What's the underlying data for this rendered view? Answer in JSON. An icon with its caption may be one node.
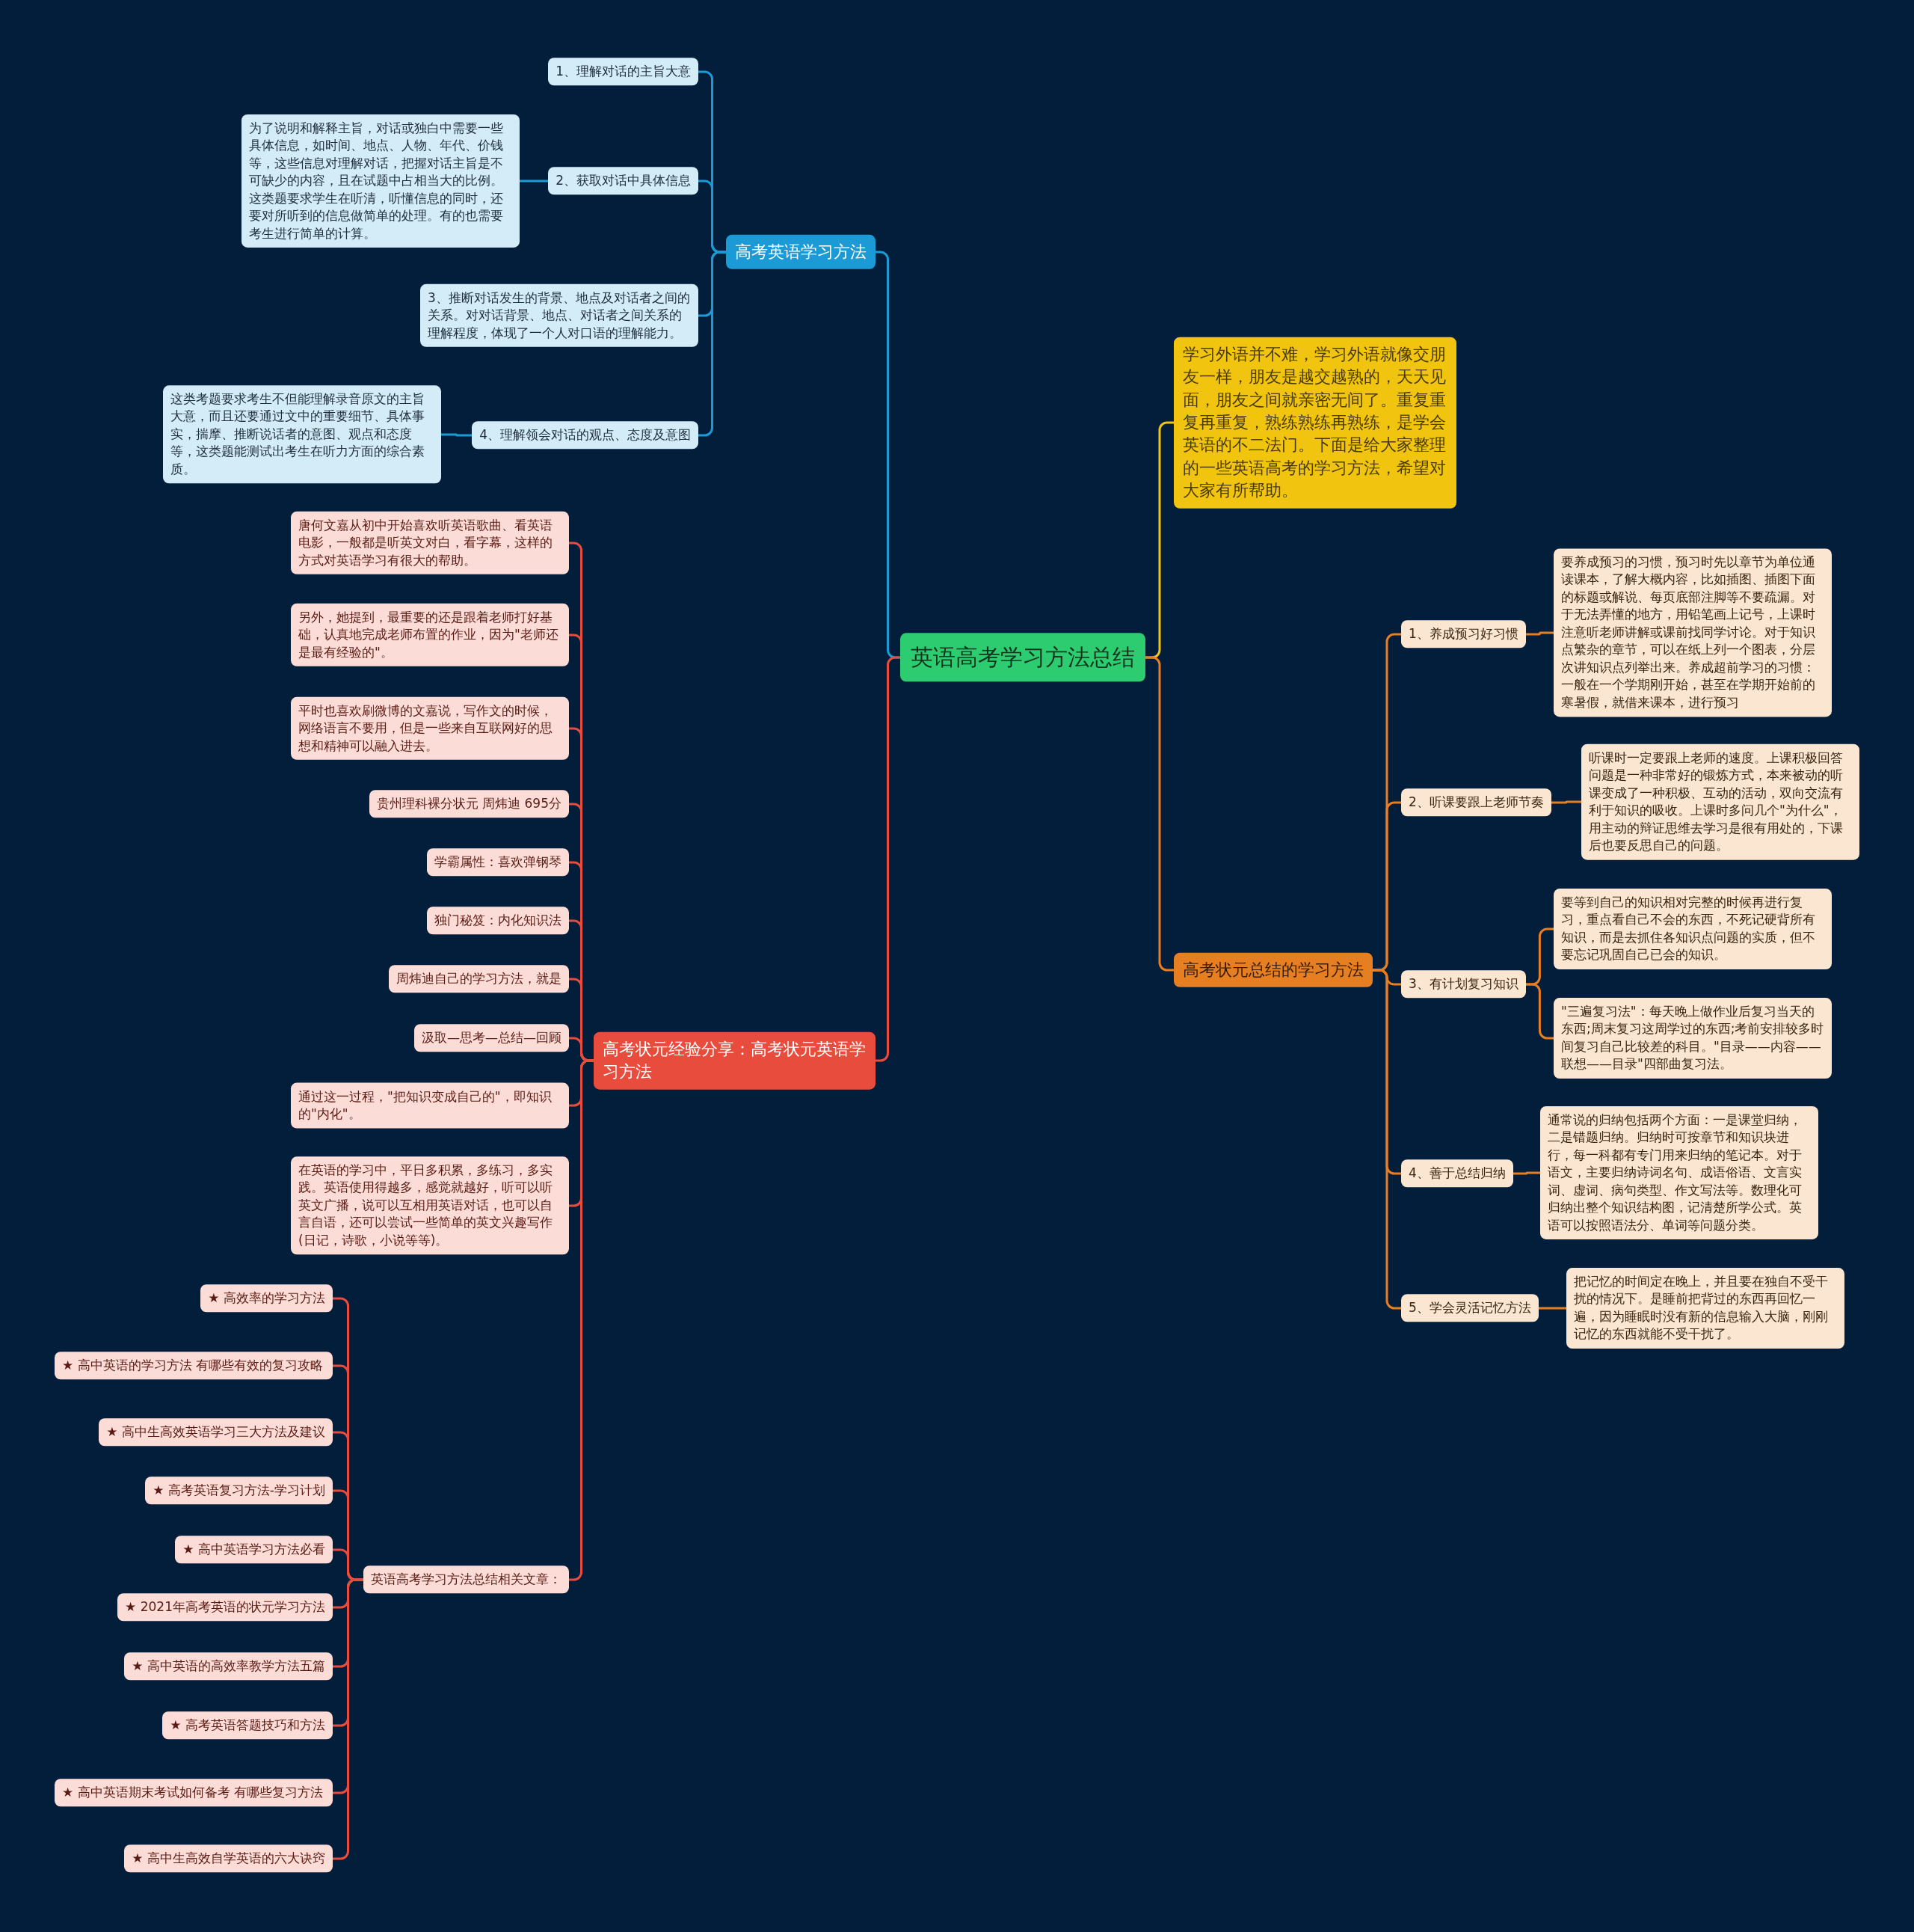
{
  "diagram": {
    "nodes": [
      {
        "text": [
          "英语高考学习方法总结"
        ]
      },
      {
        "text": [
          "高考英语学习方法"
        ]
      },
      {
        "text": [
          "1、理解对话的主旨大意"
        ]
      },
      {
        "text": [
          "2、获取对话中具体信息"
        ]
      },
      {
        "text": [
          "为了说明和解释主旨，对话或独白中需要一些具体信息，如时间、地点、人物、年代、价钱等，这些信息对理解对话，把握对话主旨是不可缺少的内容，且在试题中占相当大的比例。这类题要求学生在听清，听懂信息的同时，还要对所听到的信息做简单的处理。有的也需要考生进行简单的计算。"
        ]
      },
      {
        "text": [
          "3、推断对话发生的背景、地点及对话者之间的关系。对对话背景、地点、对话者之间关系的理解程度，体现了一个人对口语的理解能力。"
        ]
      },
      {
        "text": [
          "4、理解领会对话的观点、态度及意图"
        ]
      },
      {
        "text": [
          "这类考题要求考生不但能理解录音原文的主旨大意，而且还要通过文中的重要细节、具体事实，揣摩、推断说话者的意图、观点和态度等，这类题能测试出考生在听力方面的综合素质。"
        ]
      },
      {
        "text": [
          "学习外语并不难，学习外语就像交朋友一样，朋友是越交越熟的，天天见面，朋友之间就亲密无间了。重复重复再重复，熟练熟练再熟练，是学会英语的不二法门。下面是给大家整理的一些英语高考的学习方法，希望对大家有所帮助。"
        ]
      },
      {
        "text": [
          "高考状元总结的学习方法"
        ]
      },
      {
        "text": [
          "1、养成预习好习惯"
        ]
      },
      {
        "text": [
          "要养成预习的习惯，预习时先以章节为单位通读课本，了解大概内容，比如插图、插图下面的标题或解说、每页底部注脚等不要疏漏。对于无法弄懂的地方，用铅笔画上记号，上课时注意听老师讲解或课前找同学讨论。对于知识点繁杂的章节，可以在纸上列一个图表，分层次讲知识点列举出来。养成超前学习的习惯：一般在一个学期刚开始，甚至在学期开始前的寒暑假，就借来课本，进行预习"
        ]
      },
      {
        "text": [
          "2、听课要跟上老师节奏"
        ]
      },
      {
        "text": [
          "听课时一定要跟上老师的速度。上课积极回答问题是一种非常好的锻炼方式，本来被动的听课变成了一种积极、互动的活动，双向交流有利于知识的吸收。上课时多问几个\"为什么\"，用主动的辩证思维去学习是很有用处的，下课后也要反思自己的问题。"
        ]
      },
      {
        "text": [
          "3、有计划复习知识"
        ]
      },
      {
        "text": [
          "要等到自己的知识相对完整的时候再进行复习，重点看自己不会的东西，不死记硬背所有知识，而是去抓住各知识点问题的实质，但不要忘记巩固自己已会的知识。"
        ]
      },
      {
        "text": [
          "\"三遍复习法\"：每天晚上做作业后复习当天的东西;周末复习这周学过的东西;考前安排较多时间复习自己比较差的科目。\"目录——内容——联想——目录\"四部曲复习法。"
        ]
      },
      {
        "text": [
          "4、善于总结归纳"
        ]
      },
      {
        "text": [
          "通常说的归纳包括两个方面：一是课堂归纳，二是错题归纳。归纳时可按章节和知识块进行，每一科都有专门用来归纳的笔记本。对于语文，主要归纳诗词名句、成语俗语、文言实词、虚词、病句类型、作文写法等。数理化可归纳出整个知识结构图，记清楚所学公式。英语可以按照语法分、单词等问题分类。"
        ]
      },
      {
        "text": [
          "5、学会灵活记忆方法"
        ]
      },
      {
        "text": [
          "把记忆的时间定在晚上，并且要在独自不受干扰的情况下。是睡前把背过的东西再回忆一遍，因为睡眠时没有新的信息输入大脑，刚刚记忆的东西就能不受干扰了。"
        ]
      },
      {
        "text": [
          "高考状元经验分享：高考状元英语学习方法"
        ]
      },
      {
        "text": [
          "唐何文嘉从初中开始喜欢听英语歌曲、看英语电影，一般都是听英文对白，看字幕，这样的方式对英语学习有很大的帮助。"
        ]
      },
      {
        "text": [
          "另外，她提到，最重要的还是跟着老师打好基础，认真地完成老师布置的作业，因为\"老师还是最有经验的\"。"
        ]
      },
      {
        "text": [
          "平时也喜欢刷微博的文嘉说，写作文的时候，网络语言不要用，但是一些来自互联网好的思想和精神可以融入进去。"
        ]
      },
      {
        "text": [
          "贵州理科裸分状元 周炜迪 695分"
        ]
      },
      {
        "text": [
          "学霸属性：喜欢弹钢琴"
        ]
      },
      {
        "text": [
          "独门秘笈：内化知识法"
        ]
      },
      {
        "text": [
          "周炜迪自己的学习方法，就是"
        ]
      },
      {
        "text": [
          "汲取—思考—总结—回顾"
        ]
      },
      {
        "text": [
          "通过这一过程，\"把知识变成自己的\"，即知识的\"内化\"。"
        ]
      },
      {
        "text": [
          "在英语的学习中，平日多积累，多练习，多实践。英语使用得越多，感觉就越好，听可以听英文广播，说可以互相用英语对话，也可以自言自语，还可以尝试一些简单的英文兴趣写作(日记，诗歌，小说等等)。"
        ]
      },
      {
        "text": [
          "英语高考学习方法总结相关文章："
        ]
      },
      {
        "text": [
          "★ 高效率的学习方法"
        ]
      },
      {
        "text": [
          "★ 高中英语的学习方法 有哪些有效的复习攻略"
        ]
      },
      {
        "text": [
          "★ 高中生高效英语学习三大方法及建议"
        ]
      },
      {
        "text": [
          "★ 高考英语复习方法-学习计划"
        ]
      },
      {
        "text": [
          "★ 高中英语学习方法必看"
        ]
      },
      {
        "text": [
          "★ 2021年高考英语的状元学习方法"
        ]
      },
      {
        "text": [
          "★ 高中英语的高效率教学方法五篇"
        ]
      },
      {
        "text": [
          "★ 高考英语答题技巧和方法"
        ]
      },
      {
        "text": [
          "★ 高中英语期末考试如何备考 有哪些复习方法"
        ]
      },
      {
        "text": [
          "★ 高中生高效自学英语的六大诀窍"
        ]
      }
    ],
    "edges": [
      {
        "from": 0,
        "to": 1,
        "arrow": "none",
        "color": "#1b9ad6"
      },
      {
        "from": 1,
        "to": 2,
        "arrow": "none",
        "color": "#1b9ad6"
      },
      {
        "from": 1,
        "to": 3,
        "arrow": "none",
        "color": "#1b9ad6"
      },
      {
        "from": 3,
        "to": 4,
        "arrow": "none",
        "color": "#1b9ad6"
      },
      {
        "from": 1,
        "to": 5,
        "arrow": "none",
        "color": "#1b9ad6"
      },
      {
        "from": 1,
        "to": 6,
        "arrow": "none",
        "color": "#1b9ad6"
      },
      {
        "from": 6,
        "to": 7,
        "arrow": "none",
        "color": "#1b9ad6"
      },
      {
        "from": 0,
        "to": 8,
        "arrow": "none",
        "color": "#f1c40f"
      },
      {
        "from": 0,
        "to": 9,
        "arrow": "none",
        "color": "#e67e22"
      },
      {
        "from": 9,
        "to": 10,
        "arrow": "none",
        "color": "#e67e22"
      },
      {
        "from": 10,
        "to": 11,
        "arrow": "none",
        "color": "#e67e22"
      },
      {
        "from": 9,
        "to": 12,
        "arrow": "none",
        "color": "#e67e22"
      },
      {
        "from": 12,
        "to": 13,
        "arrow": "none",
        "color": "#e67e22"
      },
      {
        "from": 9,
        "to": 14,
        "arrow": "none",
        "color": "#e67e22"
      },
      {
        "from": 14,
        "to": 15,
        "arrow": "none",
        "color": "#e67e22"
      },
      {
        "from": 14,
        "to": 16,
        "arrow": "none",
        "color": "#e67e22"
      },
      {
        "from": 9,
        "to": 17,
        "arrow": "none",
        "color": "#e67e22"
      },
      {
        "from": 17,
        "to": 18,
        "arrow": "none",
        "color": "#e67e22"
      },
      {
        "from": 9,
        "to": 19,
        "arrow": "none",
        "color": "#e67e22"
      },
      {
        "from": 19,
        "to": 20,
        "arrow": "none",
        "color": "#e67e22"
      },
      {
        "from": 0,
        "to": 21,
        "arrow": "none"
      },
      {
        "from": 21,
        "to": 22,
        "arrow": "none"
      },
      {
        "from": 21,
        "to": 23,
        "arrow": "none"
      },
      {
        "from": 21,
        "to": 24,
        "arrow": "none"
      },
      {
        "from": 21,
        "to": 25,
        "arrow": "none"
      },
      {
        "from": 21,
        "to": 26,
        "arrow": "none"
      },
      {
        "from": 21,
        "to": 27,
        "arrow": "none"
      },
      {
        "from": 21,
        "to": 28,
        "arrow": "none"
      },
      {
        "from": 21,
        "to": 29,
        "arrow": "none"
      },
      {
        "from": 21,
        "to": 30,
        "arrow": "none"
      },
      {
        "from": 21,
        "to": 31,
        "arrow": "none"
      },
      {
        "from": 21,
        "to": 32,
        "arrow": "none"
      },
      {
        "from": 32,
        "to": 33,
        "arrow": "none"
      },
      {
        "from": 32,
        "to": 34,
        "arrow": "none"
      },
      {
        "from": 32,
        "to": 35,
        "arrow": "none"
      },
      {
        "from": 32,
        "to": 36,
        "arrow": "none"
      },
      {
        "from": 32,
        "to": 37,
        "arrow": "none"
      },
      {
        "from": 32,
        "to": 38,
        "arrow": "none"
      },
      {
        "from": 32,
        "to": 39,
        "arrow": "none"
      },
      {
        "from": 32,
        "to": 40,
        "arrow": "none"
      },
      {
        "from": 32,
        "to": 41,
        "arrow": "none"
      },
      {
        "from": 32,
        "to": 42,
        "arrow": "none"
      }
    ]
  }
}
